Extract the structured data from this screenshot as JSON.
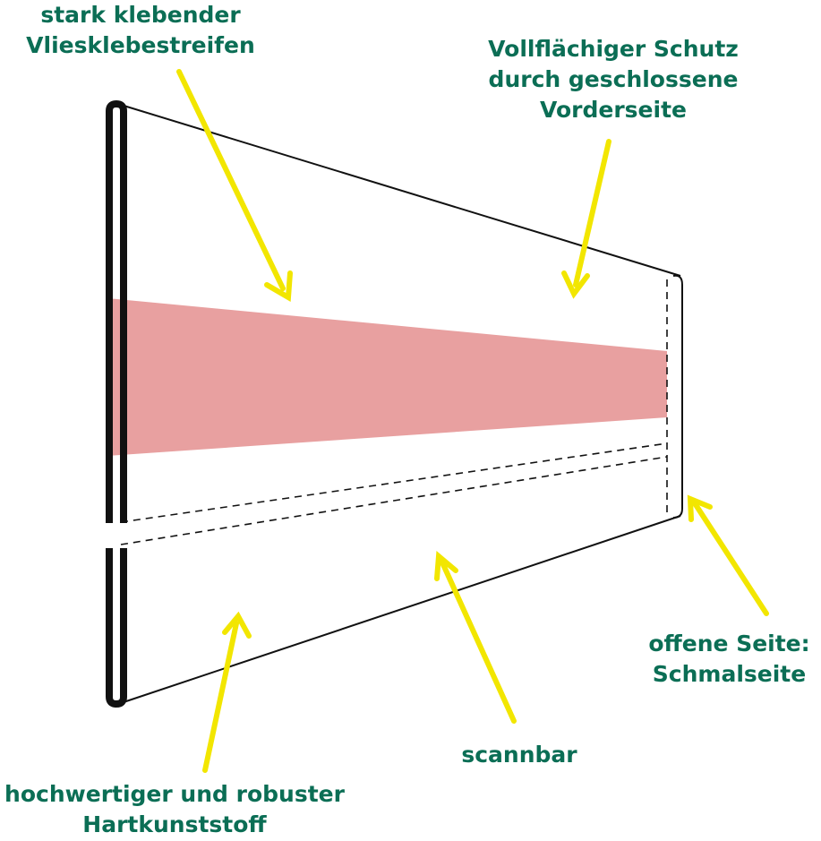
{
  "labels": {
    "adhesive": [
      "stark klebender",
      "Vliesklebestreifen"
    ],
    "protection": [
      "Vollflächiger Schutz",
      "durch geschlossene",
      "Vorderseite"
    ],
    "open_side": [
      "offene Seite:",
      "Schmalseite"
    ],
    "scannable": "scannbar",
    "material": [
      "hochwertiger und robuster",
      "Hartkunststoff"
    ]
  },
  "colors": {
    "label_text": "#0b6e55",
    "arrow": "#f2e600",
    "adhesive_strip": "#e8a0a0",
    "outline": "#111111"
  }
}
